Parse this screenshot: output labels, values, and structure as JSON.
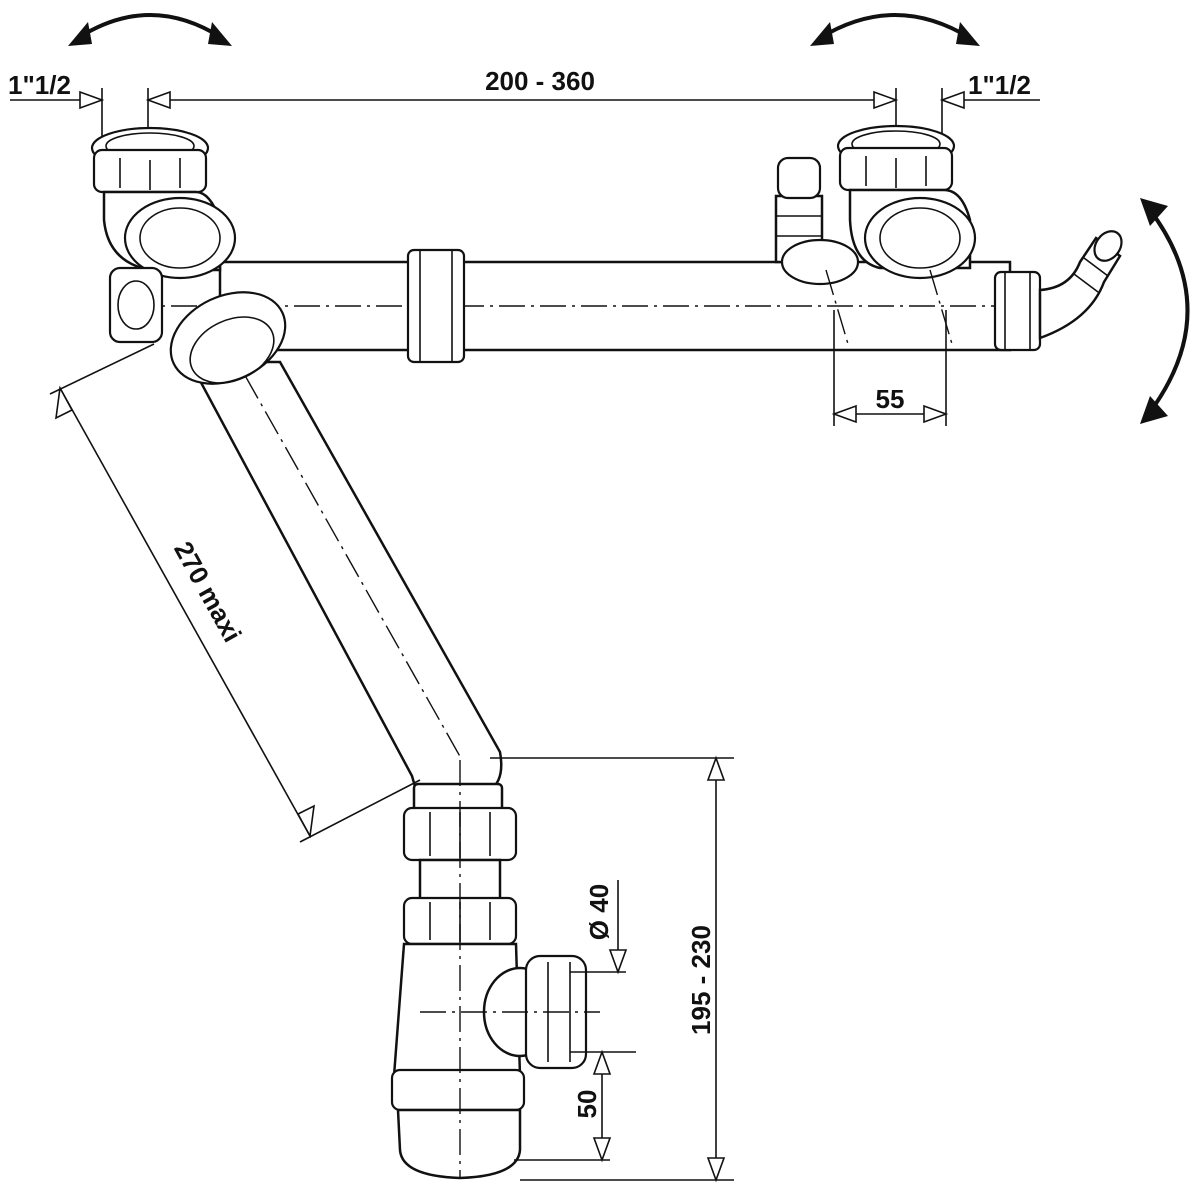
{
  "dimensions": {
    "thread_left": "1\"1/2",
    "thread_right": "1\"1/2",
    "spacing": "200 - 360",
    "overflow_offset": "55",
    "arm_length": "270 maxi",
    "outlet_diameter": "Ø 40",
    "trap_height": "195 - 230",
    "outlet_height": "50"
  }
}
